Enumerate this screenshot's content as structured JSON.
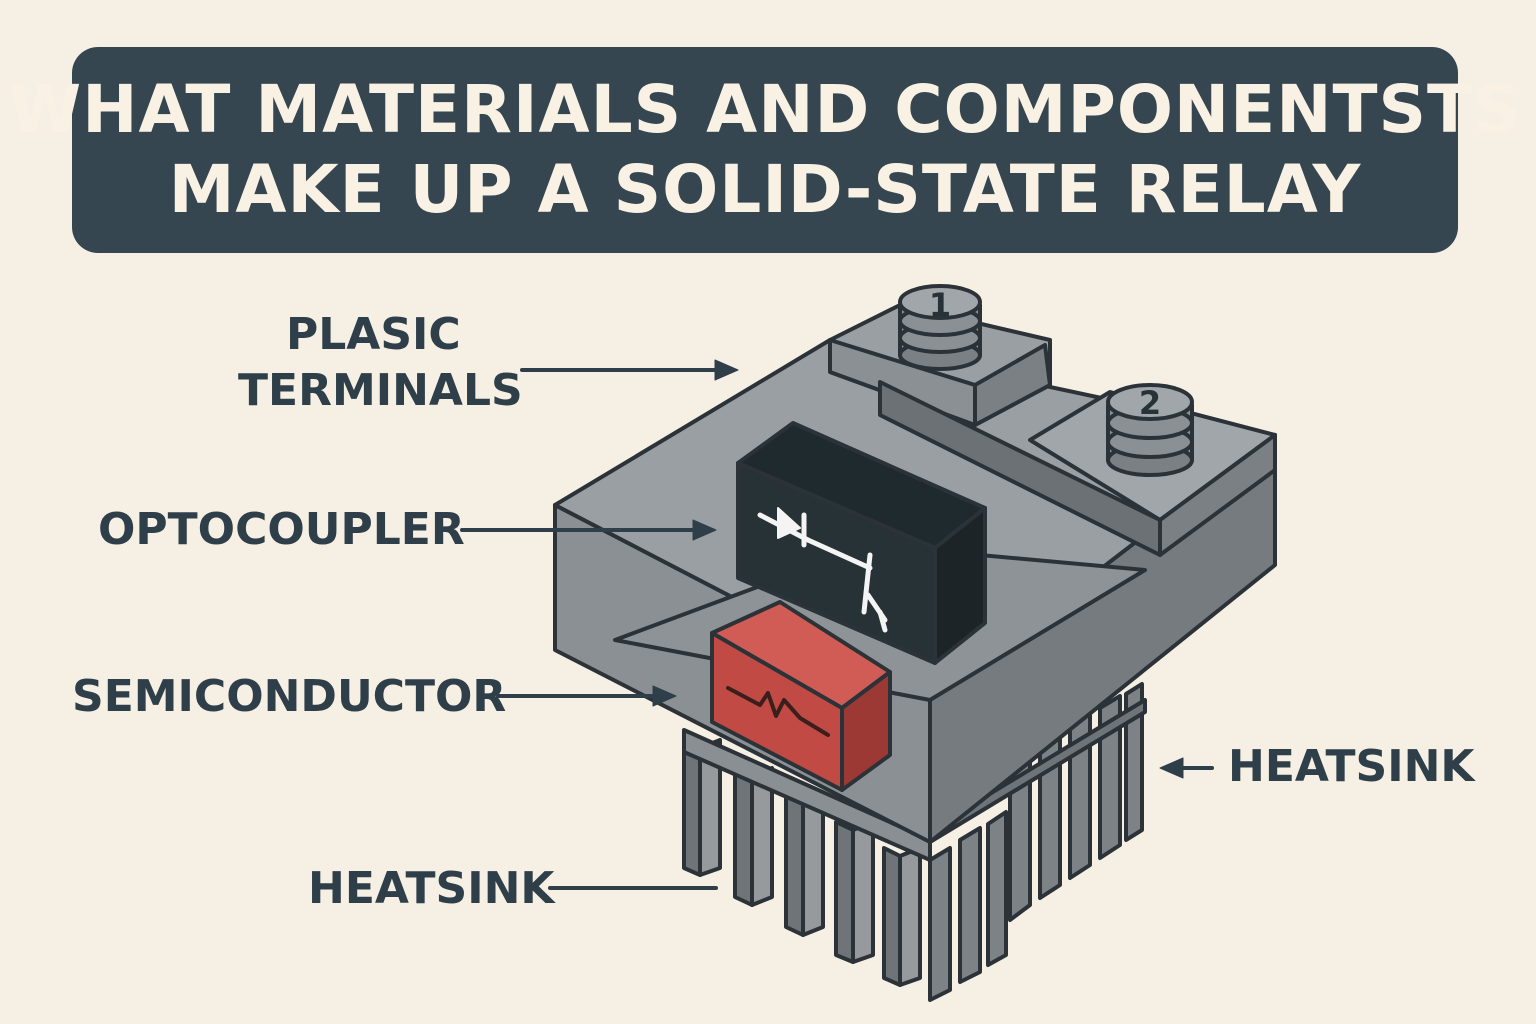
{
  "title": {
    "line1": "WHAT MATERIALS AND COMPONENTSTS",
    "line2": "MAKE UP A SOLID-STATE RELAY"
  },
  "labels": {
    "plastic_terminals_line1": "PLASIC",
    "plastic_terminals_line2": "TERMINALS",
    "optocoupler": "OPTOCOUPLER",
    "semiconductor": "SEMICONDUCTOR",
    "heatsink_right": "HEATSINK",
    "heatsink_bottom": "HEATSINK"
  },
  "terminals": {
    "terminal_1": "1",
    "terminal_2": "2"
  },
  "colors": {
    "background": "#f6efe4",
    "banner": "#354650",
    "body_gray": "#8b9094",
    "optocoupler_black": "#263236",
    "semiconductor_red": "#c24a44",
    "label_text": "#2f3f4a"
  },
  "icons": {
    "optocoupler_symbol": "diode-transistor-symbol",
    "semiconductor_symbol": "zigzag-waveform"
  }
}
